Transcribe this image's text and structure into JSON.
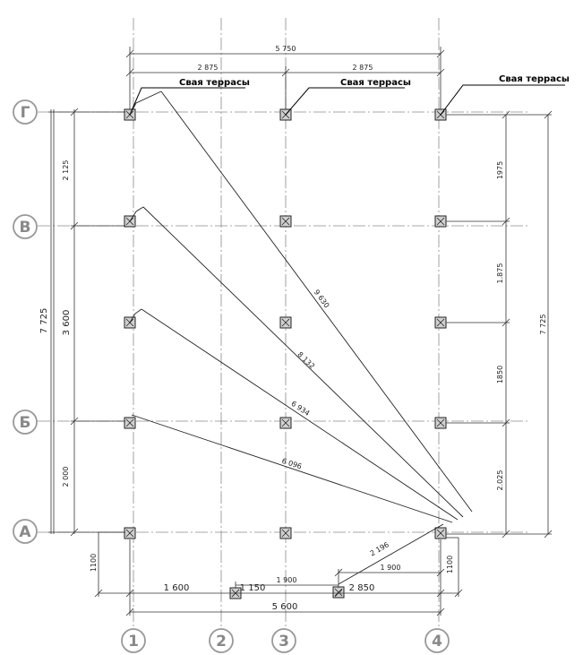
{
  "axes": {
    "columns": [
      "1",
      "2",
      "3",
      "4"
    ],
    "rows": [
      "Г",
      "В",
      "Б",
      "А"
    ]
  },
  "top_dims": {
    "total": "5 750",
    "left": "2 875",
    "right": "2 875"
  },
  "left_dims": {
    "total": "7 725",
    "top": "2 125",
    "middle": "3 600",
    "bottom": "2 000"
  },
  "right_dims": {
    "total": "7 725",
    "d1": "1975",
    "d2": "1.875",
    "d3": "1850",
    "d4": "2.025"
  },
  "bottom_dims": {
    "total": "5 600",
    "seg_a": "1 600",
    "seg_b": "1 150",
    "seg_c": "2 850",
    "upper": "1 900",
    "lower": "1 900",
    "height_left": "1100",
    "height_right": "1100"
  },
  "diagonals": [
    "9 630",
    "8 132",
    "6 934",
    "6 096",
    "2 196"
  ],
  "labels": {
    "pile": "Свая террасы"
  }
}
